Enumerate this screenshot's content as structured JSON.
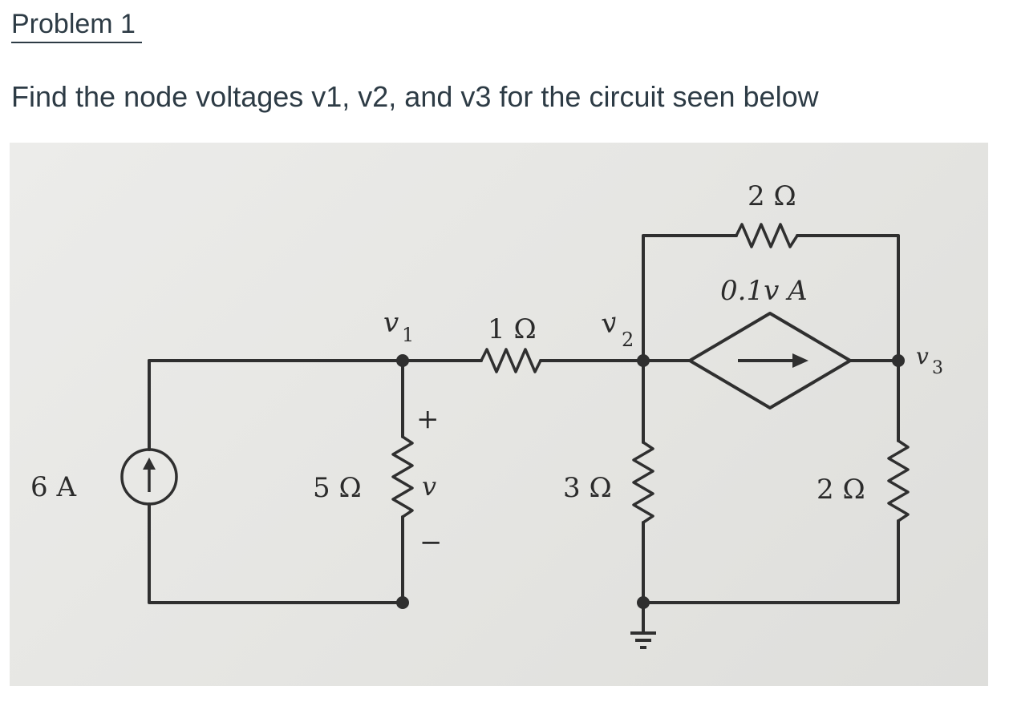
{
  "header": {
    "title": "Problem 1"
  },
  "question": {
    "text": "Find the node voltages v1, v2, and v3 for the circuit seen below"
  },
  "circuit": {
    "source_current": {
      "value": "6 A",
      "icon": "arrow-up-icon"
    },
    "r_shunt_v1": "5 Ω",
    "r_series_v1_v2": "1 Ω",
    "r_shunt_v2": "3 Ω",
    "r_bridge_v2_v3": "2 Ω",
    "r_shunt_v3": "2 Ω",
    "dependent_source": {
      "label": "0.1v A",
      "icon": "arrow-right-icon"
    },
    "node_v1": {
      "var": "v",
      "sub": "1"
    },
    "node_v2": {
      "var": "v",
      "sub": "2"
    },
    "node_v3": {
      "var": "v",
      "sub": "3"
    },
    "polarity": {
      "plus": "+",
      "var": "v",
      "minus": "−"
    },
    "ground_icon": "ground-icon"
  }
}
